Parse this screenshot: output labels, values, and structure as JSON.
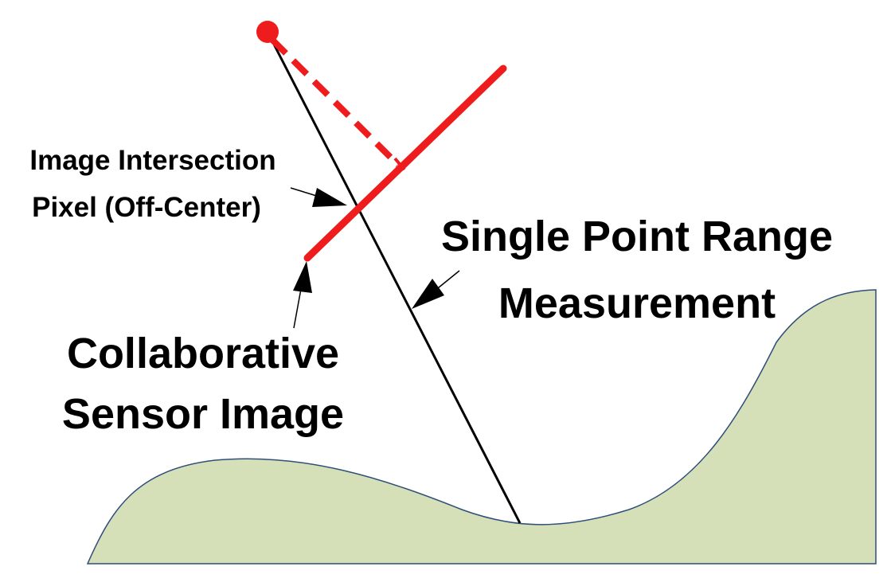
{
  "labels": {
    "intersection_line1": "Image Intersection",
    "intersection_line2": "Pixel (Off-Center)",
    "range_line1": "Single Point Range",
    "range_line2": "Measurement",
    "sensor_line1": "Collaborative",
    "sensor_line2": "Sensor Image"
  },
  "colors": {
    "sensor": "#ee1c1c",
    "terrain_fill": "#d5e0b9",
    "terrain_stroke": "#2f4e7a",
    "ray": "#000000"
  }
}
